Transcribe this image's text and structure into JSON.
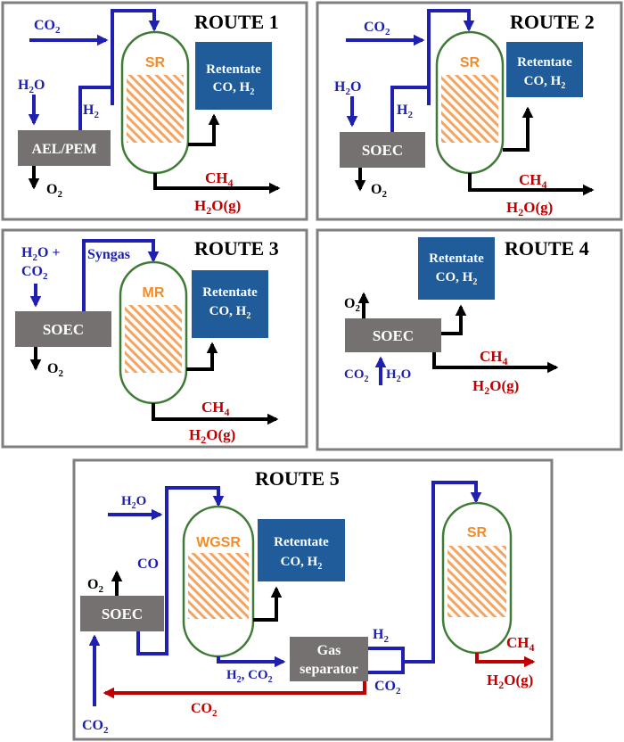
{
  "colors": {
    "blue_flow": "#1f20b0",
    "black_flow": "#000000",
    "red_flow": "#c00000",
    "electrolyzer_box": "#767171",
    "retentate_box": "#1f5c99",
    "reactor_label": "#f28c28",
    "reactor_outline": "#3f7a36",
    "panel_border": "#7f7f7f"
  },
  "icons": {
    "arrow": "triangle-arrowhead",
    "reactor": "capsule-vessel-with-hatched-bed"
  },
  "route1": {
    "title": "ROUTE 1",
    "co2": "CO",
    "co2_sub": "2",
    "h2o": "H",
    "h2o_sub": "2",
    "h2o_tail": "O",
    "h2": "H",
    "h2_sub": "2",
    "electrolyzer": "AEL/PEM",
    "o2": "O",
    "o2_sub": "2",
    "reactor": "SR",
    "retentate_1": "Retentate",
    "retentate_2": "CO, H",
    "retentate_2_sub": "2",
    "ch4": "CH",
    "ch4_sub": "4",
    "h2og_a": "H",
    "h2og_sub": "2",
    "h2og_b": "O(g)"
  },
  "route2": {
    "title": "ROUTE 2",
    "co2": "CO",
    "co2_sub": "2",
    "h2o": "H",
    "h2o_sub": "2",
    "h2o_tail": "O",
    "h2": "H",
    "h2_sub": "2",
    "electrolyzer": "SOEC",
    "o2": "O",
    "o2_sub": "2",
    "reactor": "SR",
    "retentate_1": "Retentate",
    "retentate_2": "CO, H",
    "retentate_2_sub": "2",
    "ch4": "CH",
    "ch4_sub": "4",
    "h2og_a": "H",
    "h2og_sub": "2",
    "h2og_b": "O(g)"
  },
  "route3": {
    "title": "ROUTE 3",
    "feed_1a": "H",
    "feed_1_sub": "2",
    "feed_1b": "O +",
    "feed_2": "CO",
    "feed_2_sub": "2",
    "syngas": "Syngas",
    "electrolyzer": "SOEC",
    "o2": "O",
    "o2_sub": "2",
    "reactor": "MR",
    "retentate_1": "Retentate",
    "retentate_2": "CO, H",
    "retentate_2_sub": "2",
    "ch4": "CH",
    "ch4_sub": "4",
    "h2og_a": "H",
    "h2og_sub": "2",
    "h2og_b": "O(g)"
  },
  "route4": {
    "title": "ROUTE 4",
    "retentate_1": "Retentate",
    "retentate_2": "CO, H",
    "retentate_2_sub": "2",
    "o2": "O",
    "o2_sub": "2",
    "electrolyzer": "SOEC",
    "feed_co2": "CO",
    "feed_co2_sub": "2",
    "feed_h2o_a": "H",
    "feed_h2o_sub": "2",
    "feed_h2o_b": "O",
    "ch4": "CH",
    "ch4_sub": "4",
    "h2og_a": "H",
    "h2og_sub": "2",
    "h2og_b": "O(g)"
  },
  "route5": {
    "title": "ROUTE 5",
    "h2o_a": "H",
    "h2o_sub": "2",
    "h2o_b": "O",
    "co": "CO",
    "o2": "O",
    "o2_sub": "2",
    "electrolyzer": "SOEC",
    "wgsr": "WGSR",
    "retentate_1": "Retentate",
    "retentate_2": "CO, H",
    "retentate_2_sub": "2",
    "separator_1": "Gas",
    "separator_2": "separator",
    "h2": "H",
    "h2_sub": "2",
    "h2co2_a": "H",
    "h2co2_sub1": "2",
    "h2co2_b": ", CO",
    "h2co2_sub2": "2",
    "co2_out": "CO",
    "co2_out_sub": "2",
    "co2_recycle": "CO",
    "co2_recycle_sub": "2",
    "co2_feed": "CO",
    "co2_feed_sub": "2",
    "reactor": "SR",
    "ch4": "CH",
    "ch4_sub": "4",
    "h2og_a": "H",
    "h2og_sub": "2",
    "h2og_b": "O(g)"
  }
}
